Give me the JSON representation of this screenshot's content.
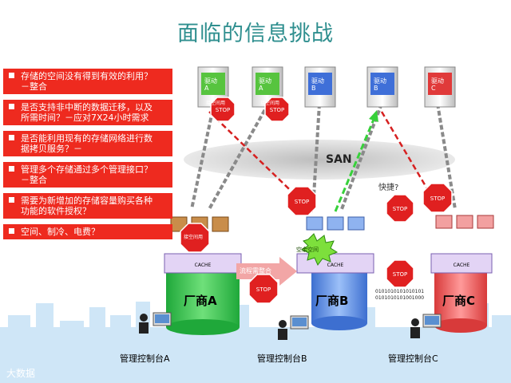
{
  "title": "面临的信息挑战",
  "questions": [
    "存储的空间没有得到有效的利用？\n－整合",
    "是否支持非中断的数据迁移，以及\n所需时间？－应对7X24小时需求",
    "是否能利用现有的存储网络进行数\n据拷贝服务？－",
    "管理多个存储通过多个管理接口？\n－整合",
    "需要为新增加的存储容量购买各种\n功能的软件授权？",
    "空间、制冷、电费？"
  ],
  "servers": [
    {
      "label": "驱动\nA",
      "color": "#57c43f",
      "tag": "接空间用"
    },
    {
      "label": "驱动\nA",
      "color": "#57c43f",
      "tag": "接空间用"
    },
    {
      "label": "驱动\nB",
      "color": "#3f6fd8"
    },
    {
      "label": "驱动\nB",
      "color": "#3f6fd8"
    },
    {
      "label": "驱动\nC",
      "color": "#e03a3a"
    }
  ],
  "network_label": "SAN",
  "stop_text": "STOP",
  "annotations": {
    "capacity_used": "接空间用",
    "free_space": "空余空间",
    "data_migration": "流程需整合",
    "fast": "快捷?",
    "binary": "0101010101010101\n0101010101001000"
  },
  "cache_labels": [
    "CACHE",
    "CACHE"
  ],
  "vendors": [
    "厂商A",
    "厂商B",
    "厂商C"
  ],
  "consoles": [
    "管理控制台A",
    "管理控制台B",
    "管理控制台C"
  ],
  "watermark": "大数据",
  "colors": {
    "vendorA": "#37c248",
    "vendorB": "#5b8ee8",
    "vendorC": "#f05b5b",
    "question_bg": "#ee2a1f",
    "title": "#2f8f8f"
  }
}
